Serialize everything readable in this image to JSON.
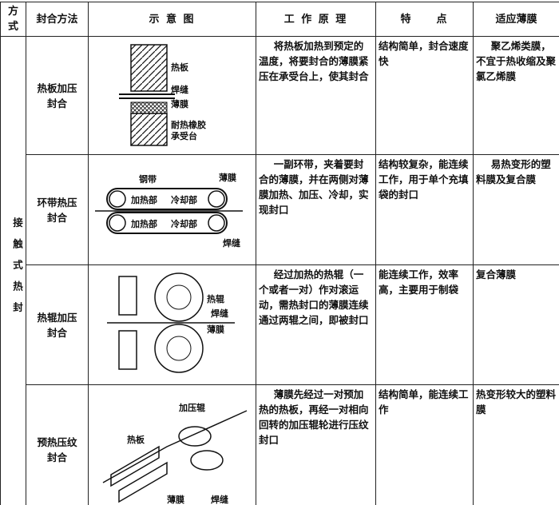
{
  "headers": [
    "方式",
    "封合方法",
    "示 意 图",
    "工 作 原 理",
    "特　　点",
    "适应薄膜"
  ],
  "category": "接触式热封",
  "rows": [
    {
      "method": "热板加压封合",
      "principle": "将热板加热到预定的温度，将要封合的薄膜紧压在承受台上，使其封合",
      "feature": "结构简单，封合速度快",
      "film": "聚乙烯类膜，不宜于热收缩及聚氯乙烯膜",
      "labels": [
        "热板",
        "焊缝",
        "薄膜",
        "耐热橡胶",
        "承受台"
      ]
    },
    {
      "method": "环带热压封合",
      "principle": "一副环带，夹着要封合的薄膜，并在两侧对薄膜加热、加压、冷却，实现封口",
      "feature": "结构较复杂，能连续工作，用于单个充填袋的封口",
      "film": "易热变形的塑料膜及复合膜",
      "labels": [
        "钢带",
        "薄膜",
        "加热部",
        "冷却部",
        "焊缝"
      ]
    },
    {
      "method": "热辊加压封合",
      "principle": "经过加热的热辊（一个或者一对）作对滚运动，需热封口的薄膜连续通过两辊之间，即被封口",
      "feature": "能连续工作，效率高，主要用于制袋",
      "film": "复合薄膜",
      "labels": [
        "热辊",
        "焊缝",
        "薄膜"
      ]
    },
    {
      "method": "预热压纹封合",
      "principle": "薄膜先经过一对预加热的热板，再经一对相向回转的加压辊轮进行压纹封口",
      "feature": "结构简单，能连续工作",
      "film": "热变形较大的塑料膜",
      "labels": [
        "加压辊",
        "热板",
        "薄膜",
        "焊缝"
      ]
    }
  ]
}
